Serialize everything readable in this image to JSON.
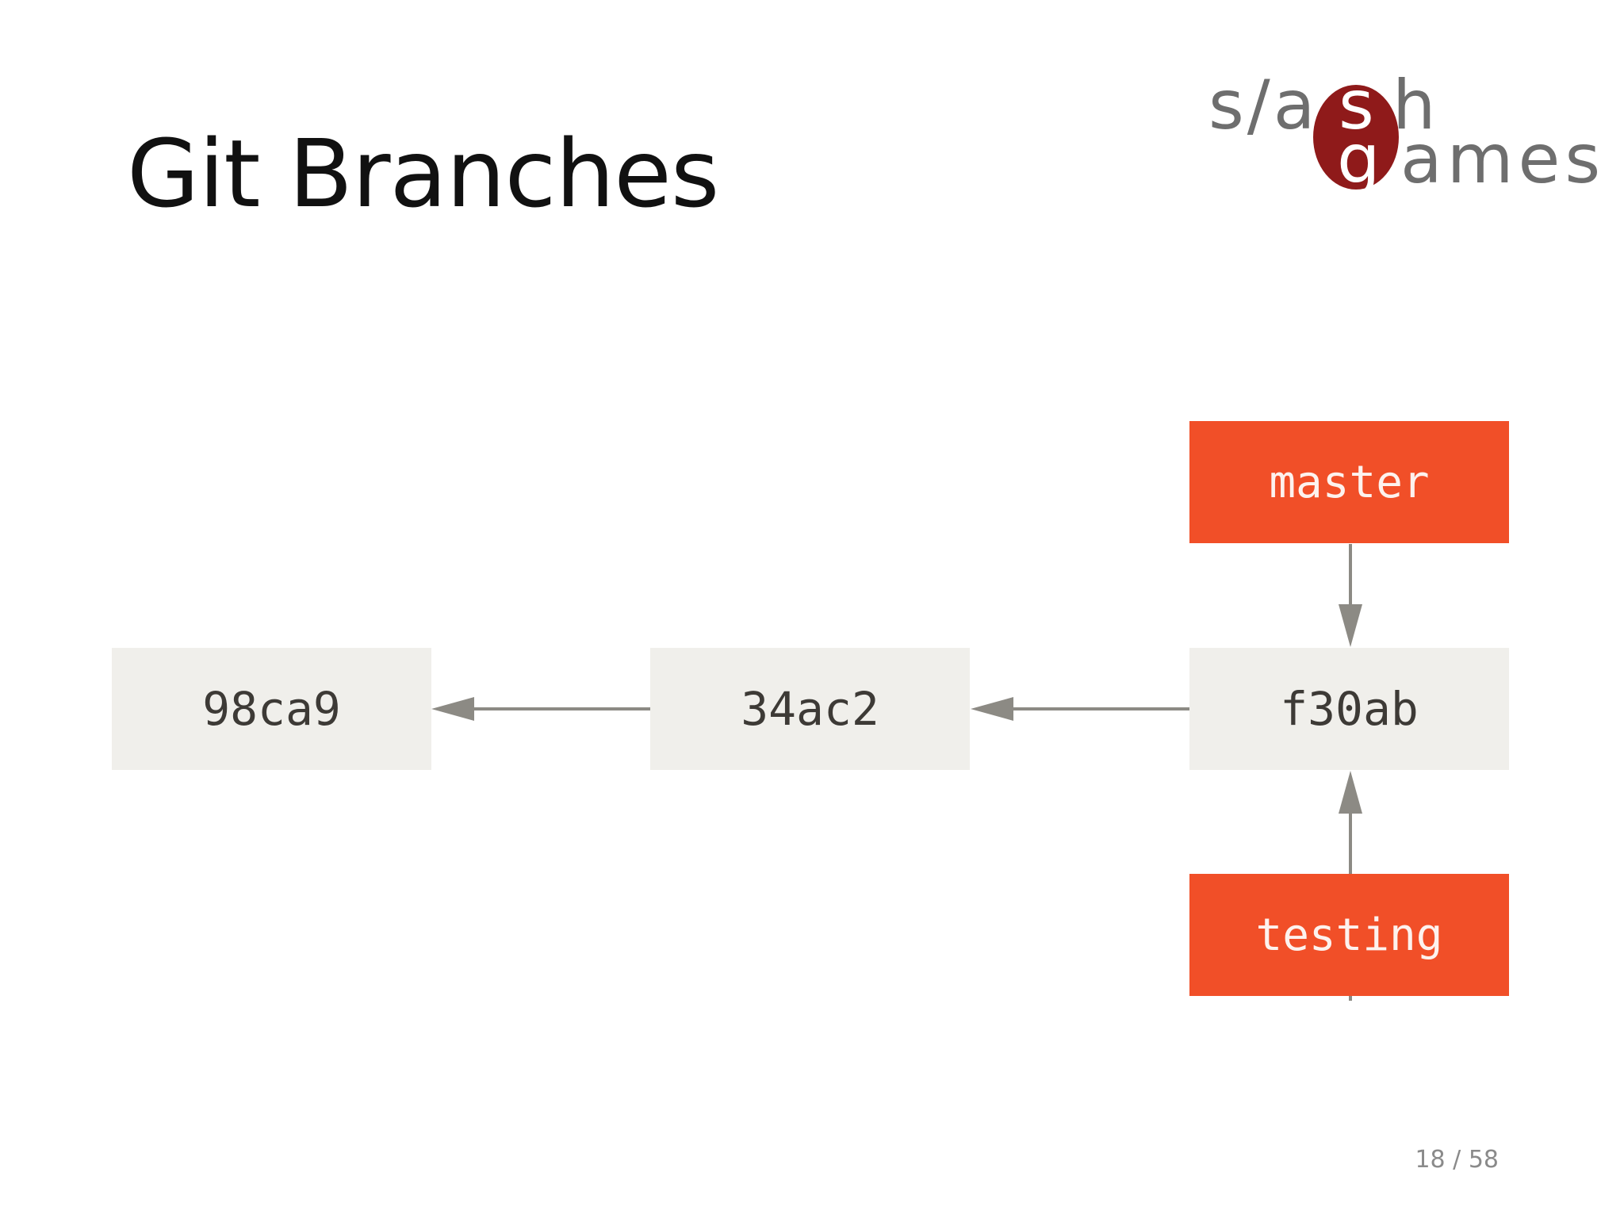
{
  "slide": {
    "title": "Git Branches",
    "page_number": "18 / 58"
  },
  "logo": {
    "line1": "s/a",
    "line1_end": "h",
    "line2": "ames",
    "accent_color": "#8f1a1a",
    "text_color": "#6e6e6e"
  },
  "diagram": {
    "commits": [
      {
        "id": "98ca9"
      },
      {
        "id": "34ac2"
      },
      {
        "id": "f30ab"
      }
    ],
    "branches": [
      {
        "name": "master",
        "points_to": "f30ab"
      },
      {
        "name": "testing",
        "points_to": "f30ab"
      }
    ],
    "colors": {
      "commit_fill": "#f0efeb",
      "branch_fill": "#f14f28",
      "arrow": "#8c8a84"
    }
  }
}
